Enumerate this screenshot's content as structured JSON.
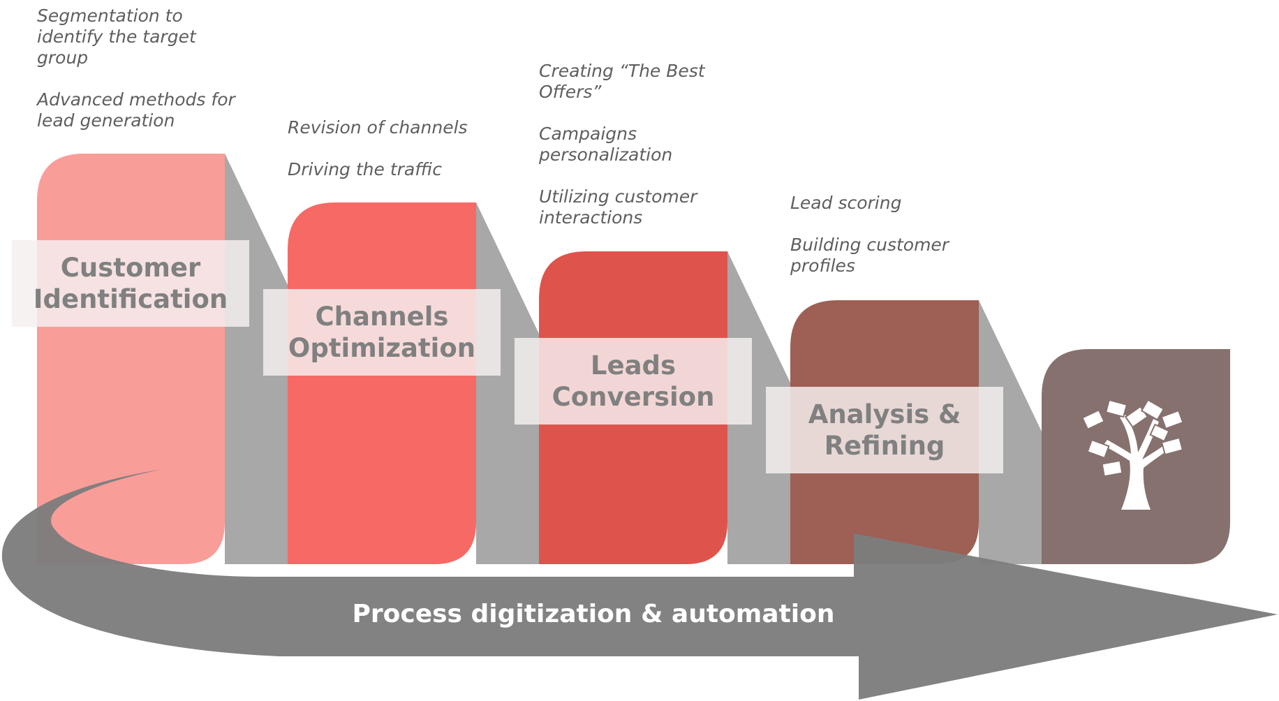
{
  "stages": [
    {
      "title_line1": "Customer",
      "title_line2": "Identification",
      "notes": [
        "Segmentation to identify the target group",
        "Advanced methods for lead generation"
      ],
      "color": "#f99d99"
    },
    {
      "title_line1": "Channels",
      "title_line2": "Optimization",
      "notes": [
        "Revision of channels",
        "Driving the traffic"
      ],
      "color": "#f66964"
    },
    {
      "title_line1": "Leads",
      "title_line2": "Conversion",
      "notes": [
        "Creating “The Best Offers”",
        "Campaigns personalization",
        "Utilizing customer interactions"
      ],
      "color": "#de544d"
    },
    {
      "title_line1": "Analysis &",
      "title_line2": "Refining",
      "notes": [
        "Lead scoring",
        "Building customer profiles"
      ],
      "color": "#9e5f55"
    }
  ],
  "final_tile": {
    "icon": "money-tree-icon",
    "color": "#86716e"
  },
  "connector_color": "#a8a8a8",
  "arrow": {
    "label": "Process digitization & automation",
    "color": "#7d7d7d"
  }
}
